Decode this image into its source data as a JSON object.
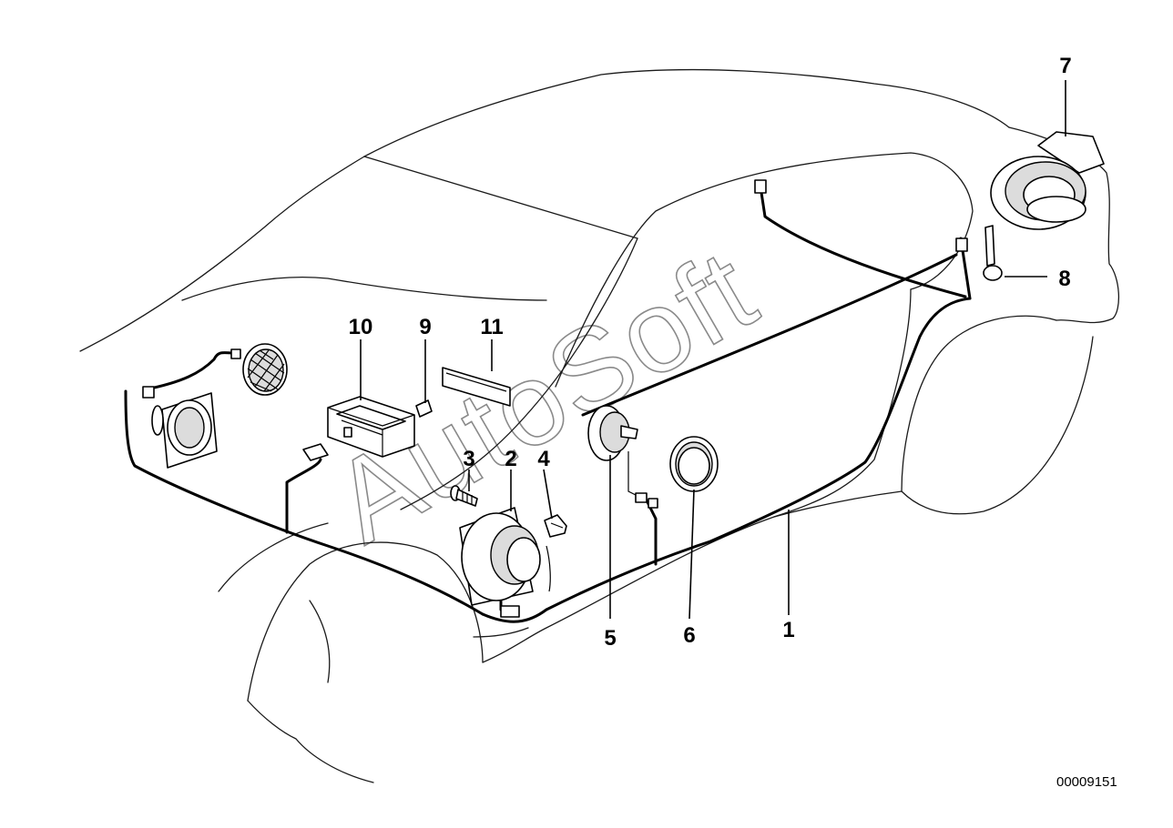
{
  "callouts": [
    {
      "id": "1",
      "label": "1"
    },
    {
      "id": "2",
      "label": "2"
    },
    {
      "id": "3",
      "label": "3"
    },
    {
      "id": "4",
      "label": "4"
    },
    {
      "id": "5",
      "label": "5"
    },
    {
      "id": "6",
      "label": "6"
    },
    {
      "id": "7",
      "label": "7"
    },
    {
      "id": "8",
      "label": "8"
    },
    {
      "id": "9",
      "label": "9"
    },
    {
      "id": "10",
      "label": "10"
    },
    {
      "id": "11",
      "label": "11"
    }
  ],
  "diagram_id": "00009151",
  "watermark": "AutoSoft"
}
